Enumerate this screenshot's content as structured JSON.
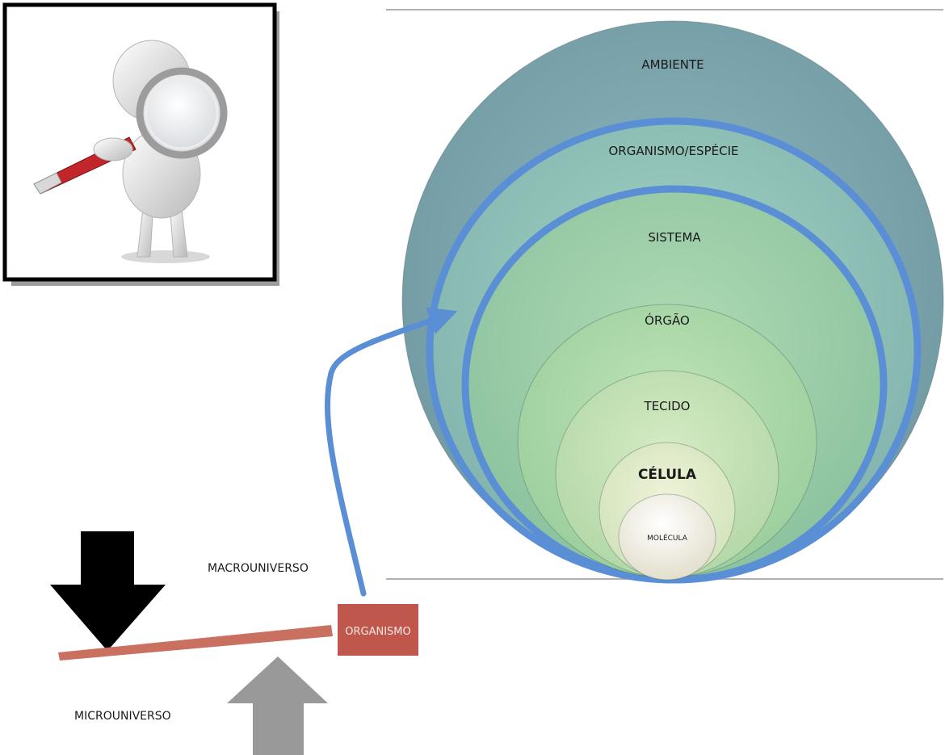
{
  "illustration": {
    "subject": "3D figure looking through magnifying glass"
  },
  "levels": [
    {
      "name": "AMBIENTE",
      "color": "#7ea6ae"
    },
    {
      "name": "ORGANISMO/ESPÉCIE",
      "color": "#8ebdb8"
    },
    {
      "name": "SISTEMA",
      "color": "#98cca6"
    },
    {
      "name": "ÓRGÃO",
      "color": "#a7d6a4"
    },
    {
      "name": "TECIDO",
      "color": "#bfe0b0"
    },
    {
      "name": "CÉLULA",
      "color": "#dbe9c4"
    },
    {
      "name": "MOLÉCULA",
      "color": "#f3f1e2"
    }
  ],
  "scale": {
    "macro_label": "MACROUNIVERSO",
    "micro_label": "MICROUNIVERSO",
    "organism_label": "ORGANISMO"
  },
  "colors": {
    "arrow_blue": "#5a8fd6",
    "beam": "#c97060",
    "organism_box": "#c0574c",
    "down_arrow": "#000000",
    "up_arrow": "#999999"
  }
}
